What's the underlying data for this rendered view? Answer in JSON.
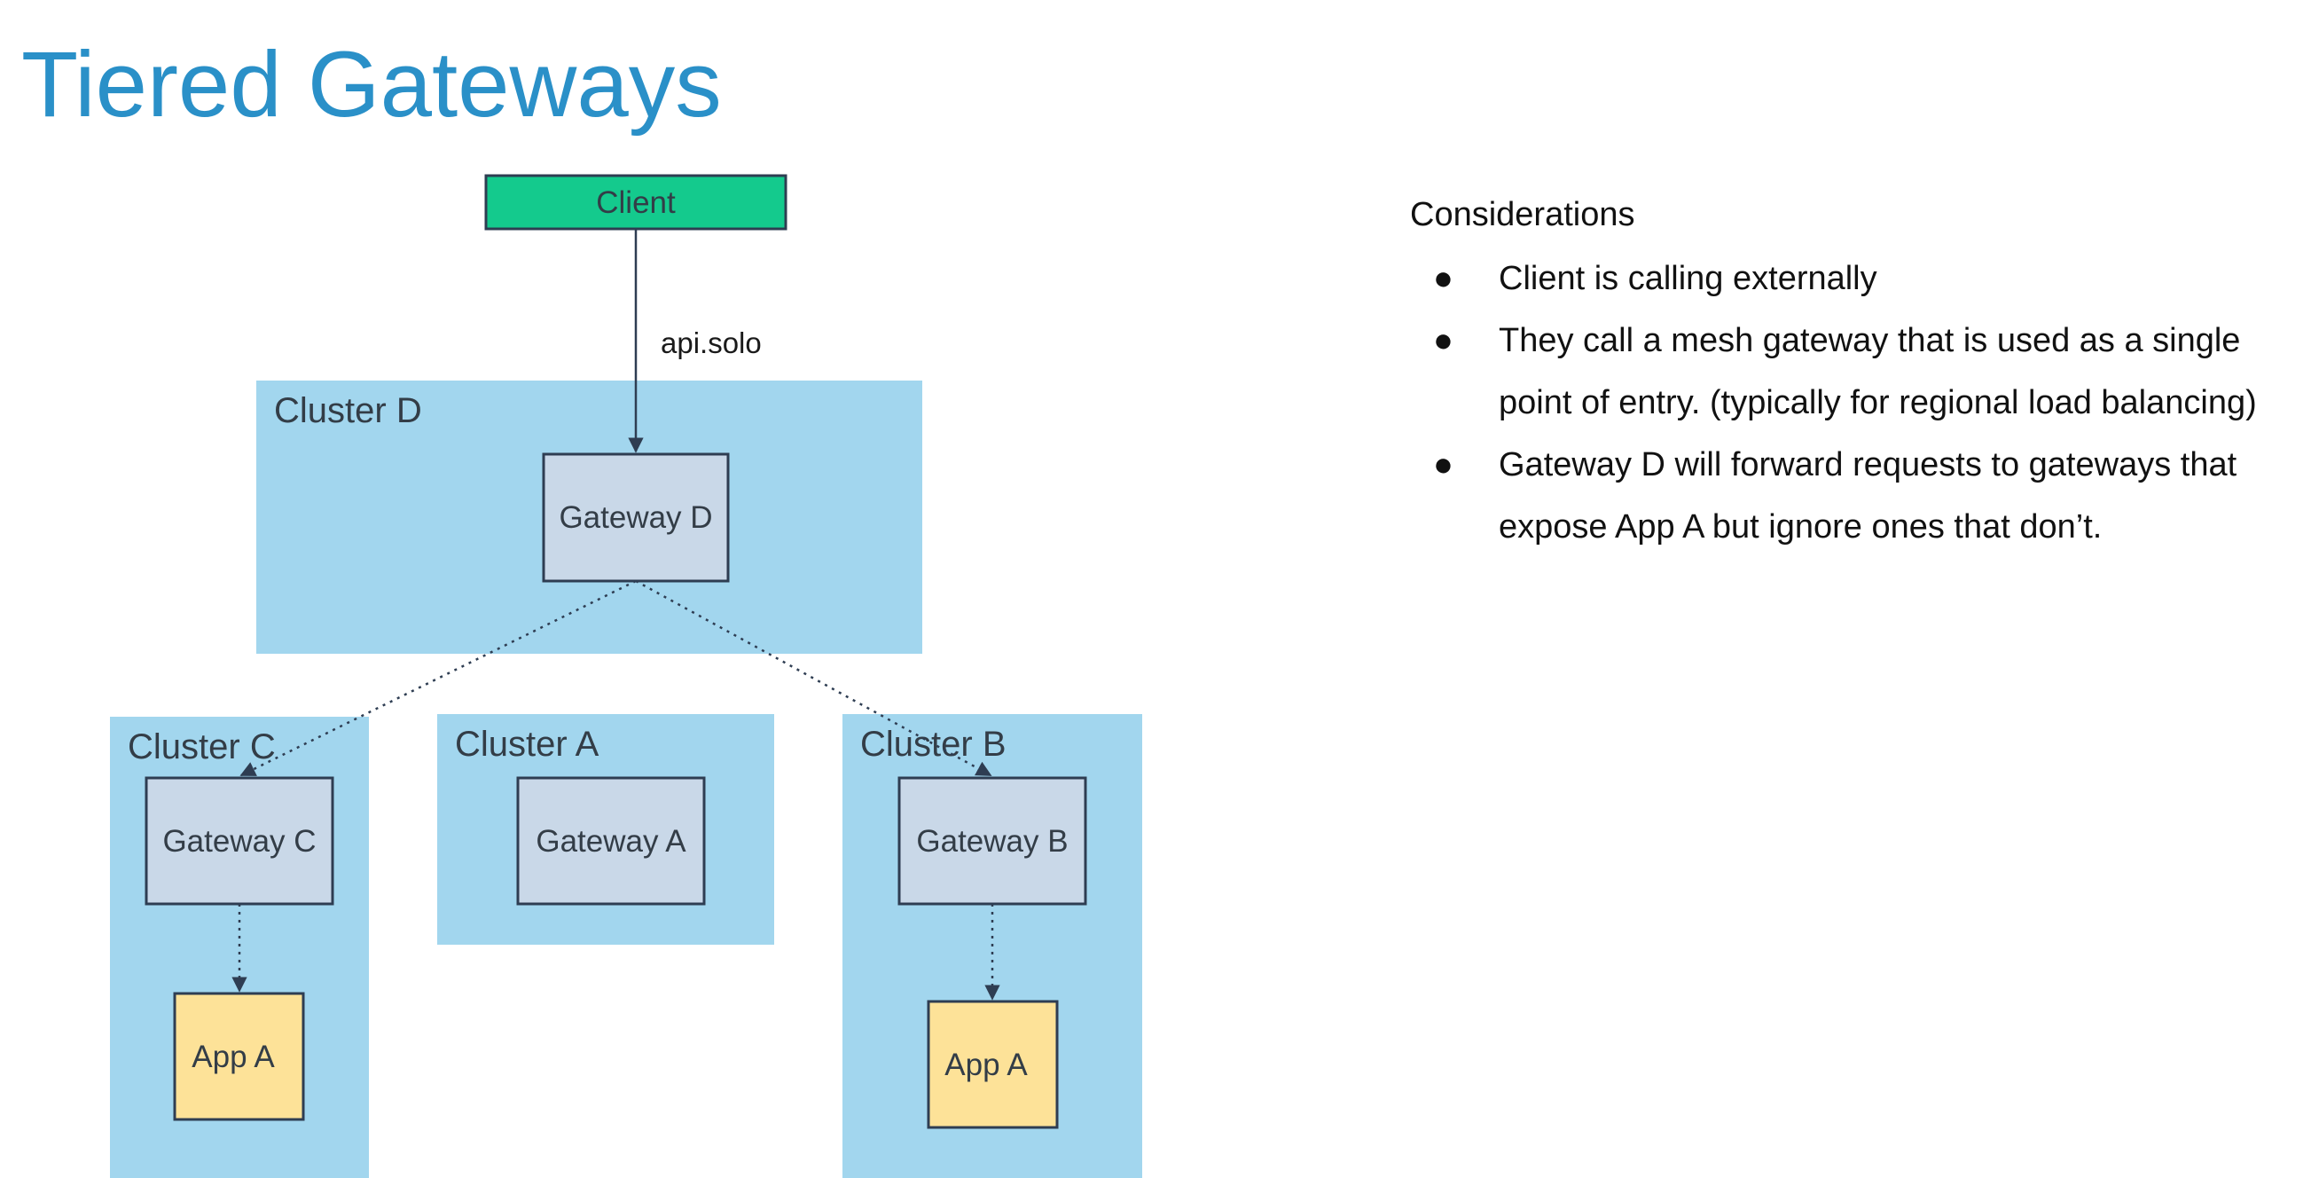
{
  "slide": {
    "title": "Tiered Gateways"
  },
  "diagram": {
    "client_label": "Client",
    "edge_label": "api.solo",
    "clusters": {
      "d": "Cluster D",
      "c": "Cluster C",
      "a": "Cluster A",
      "b": "Cluster B"
    },
    "gateways": {
      "d": "Gateway D",
      "c": "Gateway C",
      "a": "Gateway A",
      "b": "Gateway B"
    },
    "apps": {
      "c": "App A",
      "b": "App A"
    },
    "colors": {
      "title": "#2a90c8",
      "cluster_fill": "#a2d6ee",
      "gateway_fill": "#c9d8e8",
      "client_fill": "#14ca8d",
      "app_fill": "#fde298",
      "stroke": "#2e3d52"
    }
  },
  "considerations": {
    "heading": "Considerations",
    "items": [
      "Client is calling externally",
      "They call a mesh gateway that is used as a single point of entry. (typically for regional load balancing)",
      "Gateway D will forward requests to gateways that expose App A but ignore ones that don’t."
    ],
    "bullet": "●"
  }
}
